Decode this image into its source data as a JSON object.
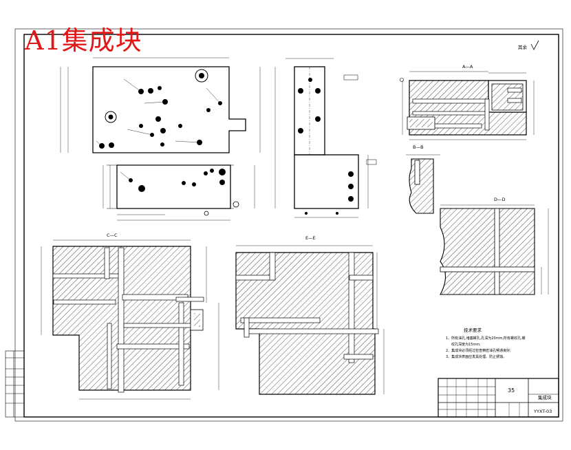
{
  "stamp": {
    "text": "A1集成块",
    "color": "#e01818"
  },
  "drawing": {
    "roughness_symbol": "其余",
    "views": {
      "section_aa": "A—A",
      "section_bb": "B—B",
      "section_cc": "C—C",
      "section_dd": "D—D",
      "section_ee": "E—E"
    },
    "tech_requirements": {
      "title": "技术要求",
      "items": [
        "1、所有油孔,堵塞螺孔,孔深为20mm,所有螺纹孔,螺",
        "纹孔深度为15mm;",
        "2、集成块必须经过检查精密油孔畅通良好;",
        "3、集成块表面应发黑处理、防止锈蚀。"
      ]
    },
    "title_block": {
      "material": "35",
      "name": "集成块",
      "code": "YYXT-03"
    }
  },
  "colors": {
    "line": "#000000",
    "hatch": "#000000",
    "stamp": "#e01818",
    "paper": "#ffffff"
  }
}
